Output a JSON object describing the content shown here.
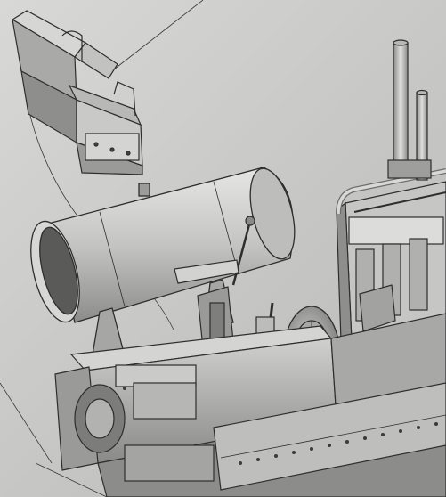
{
  "figure": {
    "style": "grayscale technical CAD render",
    "palette": {
      "background": "#cfcfcd",
      "metal_light": "#e2e2e0",
      "metal_mid": "#b4b4b2",
      "metal_dark": "#6e6e6c",
      "outline": "#2e2e2e"
    },
    "components": [
      "seat-assembly",
      "cylindrical-tank",
      "control-levers",
      "flywheel",
      "engine-block",
      "exhaust-stacks",
      "tractor-frame"
    ]
  }
}
